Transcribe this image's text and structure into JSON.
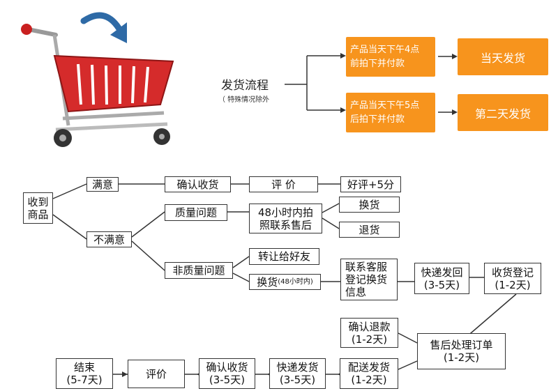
{
  "colors": {
    "accent": "#f7941d",
    "line": "#333333",
    "cart": "#d52b2b",
    "arrow": "#2e6aa6"
  },
  "icons": {
    "cart": "shopping-cart-icon",
    "arrow": "curved-arrow-icon"
  },
  "shipping": {
    "title": "发货流程",
    "note": "（ 特殊情况除外",
    "rule1": [
      "产品当天下午4点",
      "前拍下并付款"
    ],
    "result1": "当天发货",
    "rule2": [
      "产品当天下午5点",
      "后拍下并付款"
    ],
    "result2": "第二天发货"
  },
  "flow": {
    "received": [
      "收到",
      "商品"
    ],
    "satisfied": "满意",
    "confirm": "确认收货",
    "review": "评 价",
    "good_review": "好评+5分",
    "unsatisfied": "不满意",
    "quality_issue": "质量问题",
    "contact48": [
      "48小时内拍",
      "照联系售后"
    ],
    "exchange": "换货",
    "return": "退货",
    "non_quality": "非质量问题",
    "transfer": "转让给好友",
    "exchange48": {
      "main": "换货",
      "small": "(48小时内)"
    },
    "contact_service": [
      "联系客服",
      "登记换货",
      "信息"
    ],
    "express_back": [
      "快递发回",
      "(3-5天)"
    ],
    "receive_register": [
      "收货登记",
      "(1-2天)"
    ],
    "confirm_refund": [
      "确认退款",
      "(1-2天)"
    ],
    "after_sale": [
      "售后处理订单",
      "(1-2天)"
    ],
    "ship_out": [
      "配送发货",
      "(1-2天)"
    ],
    "express_ship": [
      "快递发货",
      "(3-5天)"
    ],
    "confirm2": [
      "确认收货",
      "(3-5天)"
    ],
    "review2": "评价",
    "end": [
      "结束",
      "(5-7天)"
    ]
  }
}
